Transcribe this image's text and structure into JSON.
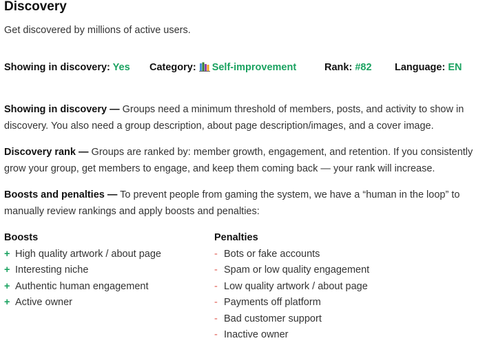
{
  "header": {
    "title": "Discovery",
    "subtitle": "Get discovered by millions of active users."
  },
  "status": {
    "showing_label": "Showing in discovery:",
    "showing_value": "Yes",
    "category_label": "Category:",
    "category_value": "Self-improvement",
    "category_icon": "books-icon",
    "rank_label": "Rank:",
    "rank_value": "#82",
    "language_label": "Language:",
    "language_value": "EN",
    "accent_color": "#1aa260"
  },
  "sections": {
    "showing": {
      "heading": "Showing in discovery —",
      "body": "Groups need a minimum threshold of members, posts, and activity to show in discovery. You also need a group description, about page description/images, and a cover image."
    },
    "rank": {
      "heading": "Discovery rank —",
      "body": "Groups are ranked by: member growth, engagement, and retention. If you consistently grow your group, get members to engage, and keep them coming back — your rank will increase."
    },
    "boosts_penalties": {
      "heading": "Boosts and penalties —",
      "body": "To prevent people from gaming the system, we have a “human in the loop” to manually review rankings and apply boosts and penalties:"
    }
  },
  "boosts": {
    "heading": "Boosts",
    "marker": "+",
    "items": [
      "High quality artwork / about page",
      "Interesting niche",
      "Authentic human engagement",
      "Active owner"
    ]
  },
  "penalties": {
    "heading": "Penalties",
    "marker": "-",
    "items": [
      "Bots or fake accounts",
      "Spam or low quality engagement",
      "Low quality artwork / about page",
      "Payments off platform",
      "Bad customer support",
      "Inactive owner"
    ]
  }
}
